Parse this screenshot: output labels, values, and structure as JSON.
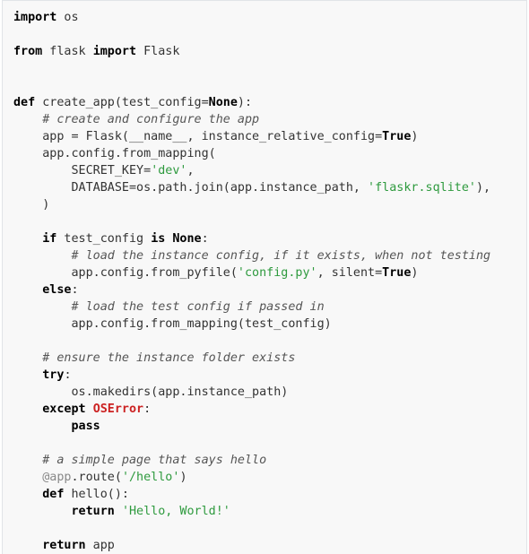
{
  "code": {
    "language": "python",
    "lines": [
      [
        {
          "t": "kw",
          "v": "import"
        },
        {
          "t": "tx",
          "v": " os"
        }
      ],
      [],
      [
        {
          "t": "kw",
          "v": "from"
        },
        {
          "t": "tx",
          "v": " flask "
        },
        {
          "t": "kw",
          "v": "import"
        },
        {
          "t": "tx",
          "v": " Flask"
        }
      ],
      [],
      [],
      [
        {
          "t": "kw",
          "v": "def"
        },
        {
          "t": "tx",
          "v": " create_app(test_config="
        },
        {
          "t": "kw",
          "v": "None"
        },
        {
          "t": "tx",
          "v": "):"
        }
      ],
      [
        {
          "t": "tx",
          "v": "    "
        },
        {
          "t": "cm",
          "v": "# create and configure the app"
        }
      ],
      [
        {
          "t": "tx",
          "v": "    app = Flask(__name__, instance_relative_config="
        },
        {
          "t": "kw",
          "v": "True"
        },
        {
          "t": "tx",
          "v": ")"
        }
      ],
      [
        {
          "t": "tx",
          "v": "    app.config.from_mapping("
        }
      ],
      [
        {
          "t": "tx",
          "v": "        SECRET_KEY="
        },
        {
          "t": "st",
          "v": "'dev'"
        },
        {
          "t": "tx",
          "v": ","
        }
      ],
      [
        {
          "t": "tx",
          "v": "        DATABASE=os.path.join(app.instance_path, "
        },
        {
          "t": "st",
          "v": "'flaskr.sqlite'"
        },
        {
          "t": "tx",
          "v": "),"
        }
      ],
      [
        {
          "t": "tx",
          "v": "    )"
        }
      ],
      [],
      [
        {
          "t": "tx",
          "v": "    "
        },
        {
          "t": "kw",
          "v": "if"
        },
        {
          "t": "tx",
          "v": " test_config "
        },
        {
          "t": "kw",
          "v": "is"
        },
        {
          "t": "tx",
          "v": " "
        },
        {
          "t": "kw",
          "v": "None"
        },
        {
          "t": "tx",
          "v": ":"
        }
      ],
      [
        {
          "t": "tx",
          "v": "        "
        },
        {
          "t": "cm",
          "v": "# load the instance config, if it exists, when not testing"
        }
      ],
      [
        {
          "t": "tx",
          "v": "        app.config.from_pyfile("
        },
        {
          "t": "st",
          "v": "'config.py'"
        },
        {
          "t": "tx",
          "v": ", silent="
        },
        {
          "t": "kw",
          "v": "True"
        },
        {
          "t": "tx",
          "v": ")"
        }
      ],
      [
        {
          "t": "tx",
          "v": "    "
        },
        {
          "t": "kw",
          "v": "else"
        },
        {
          "t": "tx",
          "v": ":"
        }
      ],
      [
        {
          "t": "tx",
          "v": "        "
        },
        {
          "t": "cm",
          "v": "# load the test config if passed in"
        }
      ],
      [
        {
          "t": "tx",
          "v": "        app.config.from_mapping(test_config)"
        }
      ],
      [],
      [
        {
          "t": "tx",
          "v": "    "
        },
        {
          "t": "cm",
          "v": "# ensure the instance folder exists"
        }
      ],
      [
        {
          "t": "tx",
          "v": "    "
        },
        {
          "t": "kw",
          "v": "try"
        },
        {
          "t": "tx",
          "v": ":"
        }
      ],
      [
        {
          "t": "tx",
          "v": "        os.makedirs(app.instance_path)"
        }
      ],
      [
        {
          "t": "tx",
          "v": "    "
        },
        {
          "t": "kw",
          "v": "except"
        },
        {
          "t": "tx",
          "v": " "
        },
        {
          "t": "ex",
          "v": "OSError"
        },
        {
          "t": "tx",
          "v": ":"
        }
      ],
      [
        {
          "t": "tx",
          "v": "        "
        },
        {
          "t": "kw",
          "v": "pass"
        }
      ],
      [],
      [
        {
          "t": "tx",
          "v": "    "
        },
        {
          "t": "cm",
          "v": "# a simple page that says hello"
        }
      ],
      [
        {
          "t": "tx",
          "v": "    "
        },
        {
          "t": "dec",
          "v": "@app"
        },
        {
          "t": "tx",
          "v": ".route("
        },
        {
          "t": "st",
          "v": "'/hello'"
        },
        {
          "t": "tx",
          "v": ")"
        }
      ],
      [
        {
          "t": "tx",
          "v": "    "
        },
        {
          "t": "kw",
          "v": "def"
        },
        {
          "t": "tx",
          "v": " hello():"
        }
      ],
      [
        {
          "t": "tx",
          "v": "        "
        },
        {
          "t": "kw",
          "v": "return"
        },
        {
          "t": "tx",
          "v": " "
        },
        {
          "t": "st",
          "v": "'Hello, World!'"
        }
      ],
      [],
      [
        {
          "t": "tx",
          "v": "    "
        },
        {
          "t": "kw",
          "v": "return"
        },
        {
          "t": "tx",
          "v": " app"
        }
      ]
    ]
  },
  "colors": {
    "background": "#f8f8f8",
    "keyword": "#000000",
    "comment": "#555555",
    "string": "#2e9a3e",
    "exception": "#cc2222",
    "decorator": "#888888",
    "text": "#333333"
  }
}
